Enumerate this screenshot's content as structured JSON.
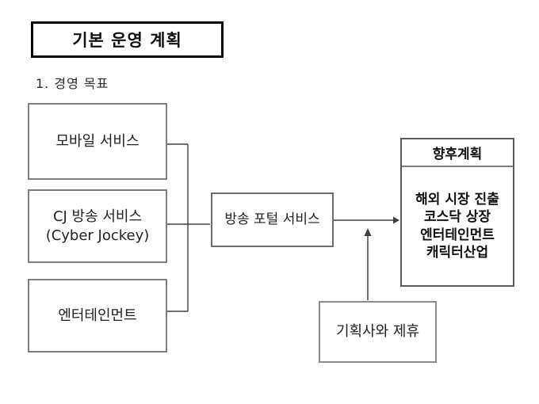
{
  "slide": {
    "title": "기본 운영 계획",
    "section_label": "1. 경영 목표"
  },
  "diagram": {
    "source_boxes": [
      {
        "id": "mobile-service",
        "lines": [
          "모바일 서비스"
        ]
      },
      {
        "id": "cj-broadcast-service",
        "lines": [
          "CJ 방송 서비스",
          "(Cyber Jockey)"
        ]
      },
      {
        "id": "entertainment",
        "lines": [
          "엔터테인먼트"
        ]
      }
    ],
    "portal_box": {
      "label": "방송 포털 서비스"
    },
    "future_box": {
      "header": "향후계획",
      "items": [
        "해외 시장 진출",
        "코스닥 상장",
        "엔터테인먼트",
        "캐릭터산업"
      ]
    },
    "partner_box": {
      "label": "기획사와 제휴"
    },
    "colors": {
      "background": "#ffffff",
      "title_border": "#000000",
      "box_border": "#7f7f7f",
      "connector": "#404040",
      "text": "#1f1f1f"
    }
  }
}
